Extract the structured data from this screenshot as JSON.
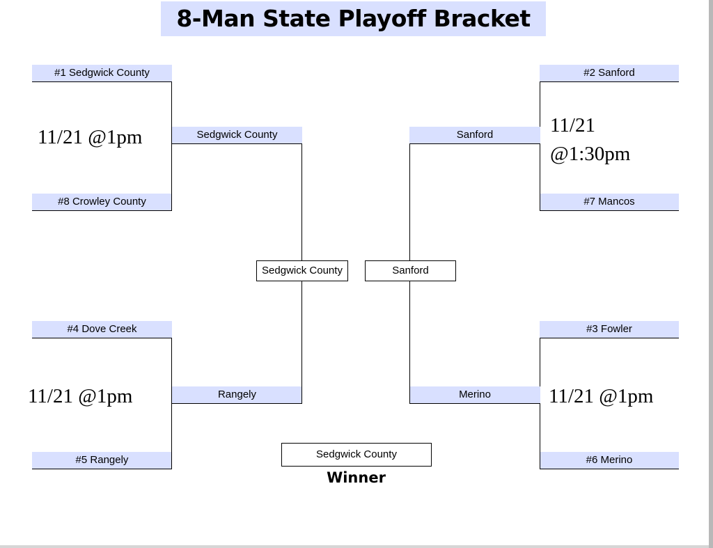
{
  "title": "8-Man State Playoff Bracket",
  "round1": {
    "top_left_a": "#1 Sedgwick County",
    "top_left_b": "#8 Crowley County",
    "bottom_left_a": "#4 Dove Creek",
    "bottom_left_b": "#5 Rangely",
    "top_right_a": "#2 Sanford",
    "top_right_b": "#7 Mancos",
    "bottom_right_a": "#3 Fowler",
    "bottom_right_b": "#6 Merino"
  },
  "dates": {
    "top_left": "11/21 @1pm",
    "bottom_left": "11/21 @1pm",
    "top_right_line1": "11/21",
    "top_right_line2": "@1:30pm",
    "bottom_right": "11/21 @1pm"
  },
  "round2": {
    "left_top": "Sedgwick County",
    "left_bottom": "Rangely",
    "right_top": "Sanford",
    "right_bottom": "Merino"
  },
  "semifinal": {
    "left": "Sedgwick County",
    "right": "Sanford"
  },
  "final": {
    "winner": "Sedgwick County",
    "winner_label": "Winner"
  }
}
